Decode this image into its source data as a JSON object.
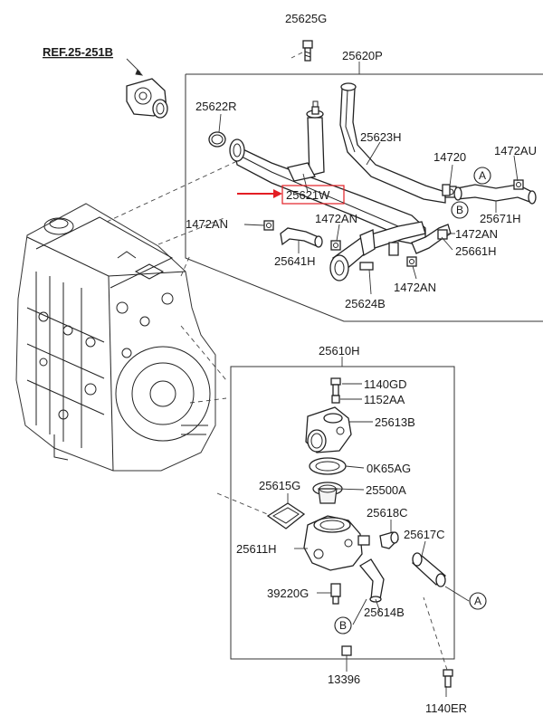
{
  "labels": {
    "ref": "REF.25-251B",
    "p25625G": "25625G",
    "p25620P": "25620P",
    "p25622R": "25622R",
    "p25623H": "25623H",
    "p14720": "14720",
    "p1472AU": "1472AU",
    "p25621W": "25621W",
    "p1472AN_a": "1472AN",
    "p1472AN_b": "1472AN",
    "p1472AN_c": "1472AN",
    "p1472AN_d": "1472AN",
    "p25671H": "25671H",
    "p25661H": "25661H",
    "p25641H": "25641H",
    "p25624B": "25624B",
    "p25610H": "25610H",
    "p1140GD": "1140GD",
    "p1152AA": "1152AA",
    "p25613B": "25613B",
    "p0K65AG": "0K65AG",
    "p25500A": "25500A",
    "p25615G": "25615G",
    "p25618C": "25618C",
    "p25617C": "25617C",
    "p25611H": "25611H",
    "p39220G": "39220G",
    "p25614B": "25614B",
    "p13396": "13396",
    "p1140ER": "1140ER",
    "markerA1": "A",
    "markerB1": "B",
    "markerA2": "A",
    "markerB2": "B"
  },
  "colors": {
    "highlight": "#e31e24",
    "line": "#222222"
  }
}
